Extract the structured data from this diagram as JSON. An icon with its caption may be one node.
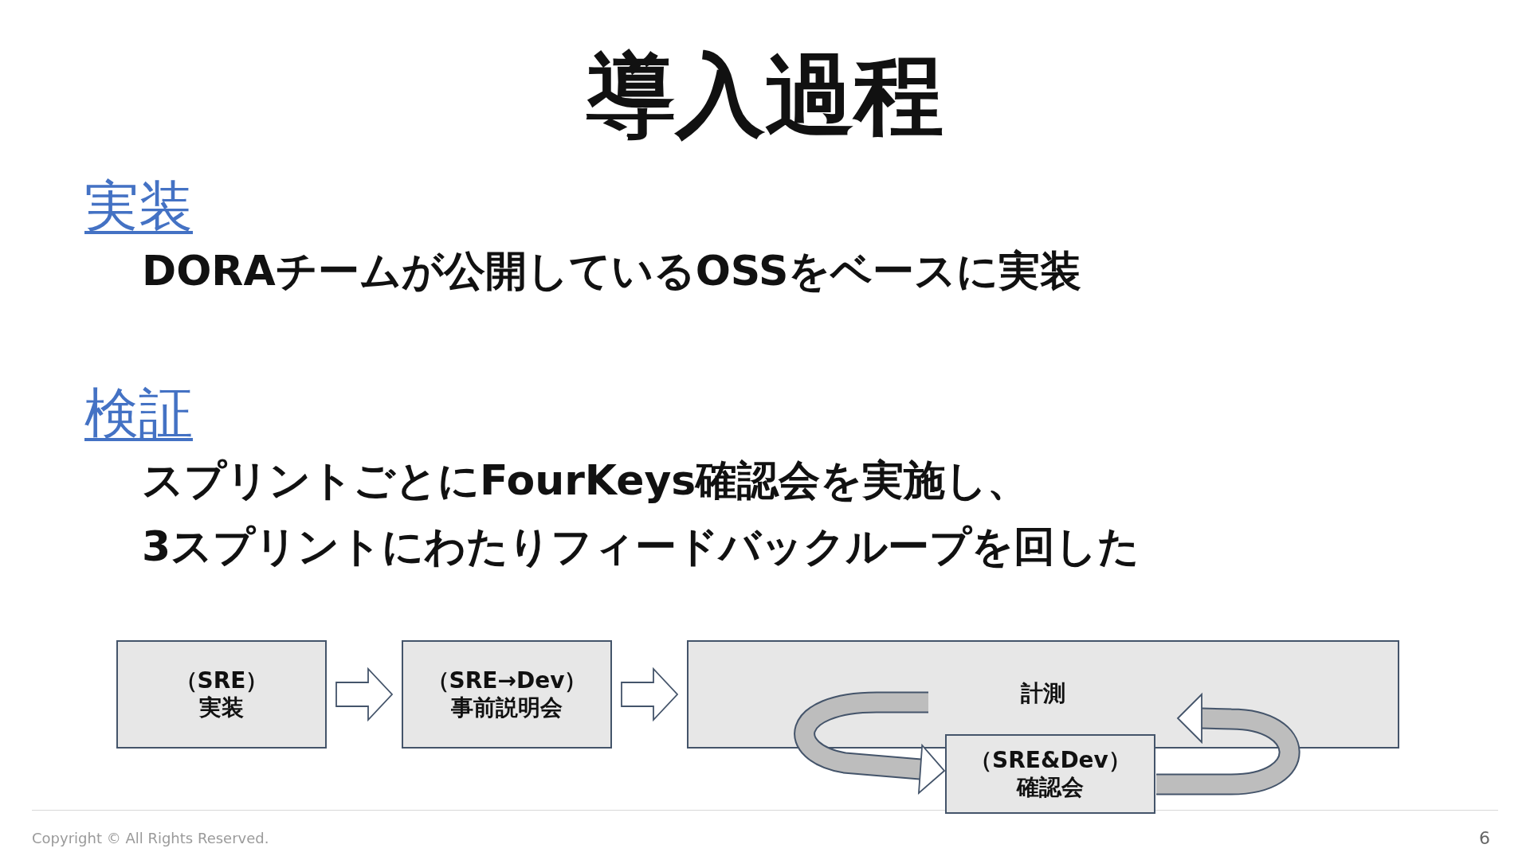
{
  "diagram": {
    "title": "導入過程",
    "nodes": [
      {
        "text": [
          "（SRE）",
          "実装"
        ]
      },
      {
        "text": [
          "（SRE→Dev）",
          "事前説明会"
        ]
      },
      {
        "text": [
          "計測"
        ]
      },
      {
        "text": [
          "（SRE&Dev）",
          "確認会"
        ]
      }
    ],
    "edges": [
      {
        "from": 0,
        "to": 1,
        "arrow": "to"
      },
      {
        "from": 1,
        "to": 2,
        "arrow": "to"
      },
      {
        "from": 2,
        "to": 3,
        "arrow": "to"
      },
      {
        "from": 3,
        "to": 2,
        "arrow": "to"
      }
    ],
    "labels": [
      "実装",
      "DORAチームが公開しているOSSをベースに実装",
      "検証",
      "スプリントごとにFourKeys確認会を実施し、",
      "3スプリントにわたりフィードバックループを回した",
      "Copyright © All Rights Reserved.",
      "6"
    ]
  }
}
